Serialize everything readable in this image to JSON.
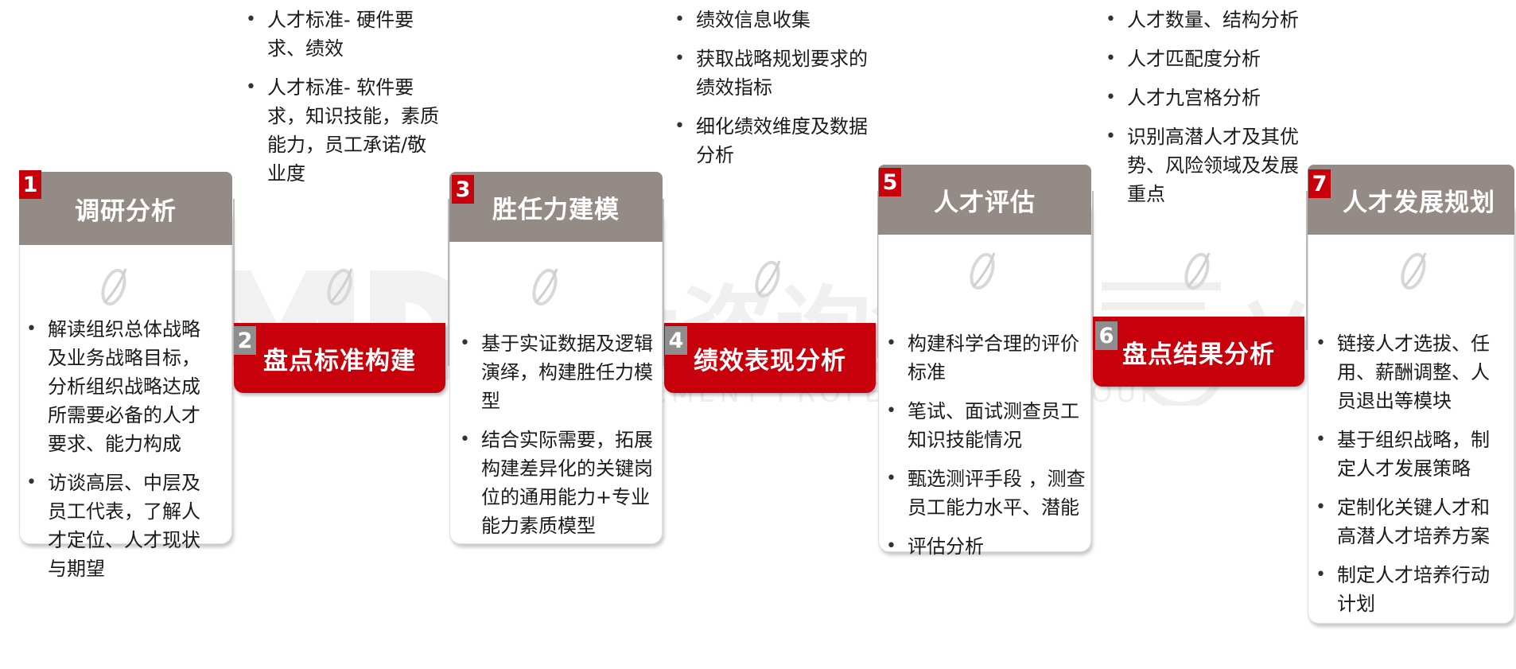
{
  "steps": [
    {
      "number": "1",
      "title": "调研分析",
      "bullets": [
        "解读组织总体战略及业务战略目标，分析组织战略达成所需要必备的人才要求、能力构成",
        "访谈高层、中层及员工代表，了解人才定位、人才现状与期望"
      ]
    },
    {
      "number": "2",
      "title": "盘点标准构建",
      "bullets": [
        "人才标准- 硬件要求、绩效",
        "人才标准- 软件要求，知识技能，素质能力，员工承诺/敬业度"
      ]
    },
    {
      "number": "3",
      "title": "胜任力建模",
      "bullets": [
        "基于实证数据及逻辑演绎，构建胜任力模型",
        "结合实际需要，拓展构建差异化的关键岗位的通用能力+专业能力素质模型"
      ]
    },
    {
      "number": "4",
      "title": "绩效表现分析",
      "bullets": [
        "绩效信息收集",
        "获取战略规划要求的绩效指标",
        "细化绩效维度及数据分析"
      ]
    },
    {
      "number": "5",
      "title": "人才评估",
      "bullets": [
        "构建科学合理的评价标准",
        "笔试、面试测查员工知识技能情况",
        "甄选测评手段 ，测查员工能力水平、潜能",
        "评估分析"
      ]
    },
    {
      "number": "6",
      "title": "盘点结果分析",
      "bullets": [
        "人才数量、结构分析",
        "人才匹配度分析",
        "人才九宫格分析",
        "识别高潜人才及其优势、风险领域及发展重点"
      ]
    },
    {
      "number": "7",
      "title": "人才发展规划",
      "bullets": [
        "链接人才选拔、任用、薪酬调整、人员退出等模块",
        "基于组织战略，制定人才发展策略",
        "定制化关键人才和高潜人才培养方案",
        "制定人才培养行动计划"
      ]
    }
  ],
  "colors": {
    "header_gray": "#958b86",
    "header_red": "#c8000b",
    "number_gray": "#8e8e8e"
  },
  "watermark": {
    "text_cn": "中大咨询集团",
    "text_en": "MANAGEMENT PROFESSIONAL GROUP"
  }
}
